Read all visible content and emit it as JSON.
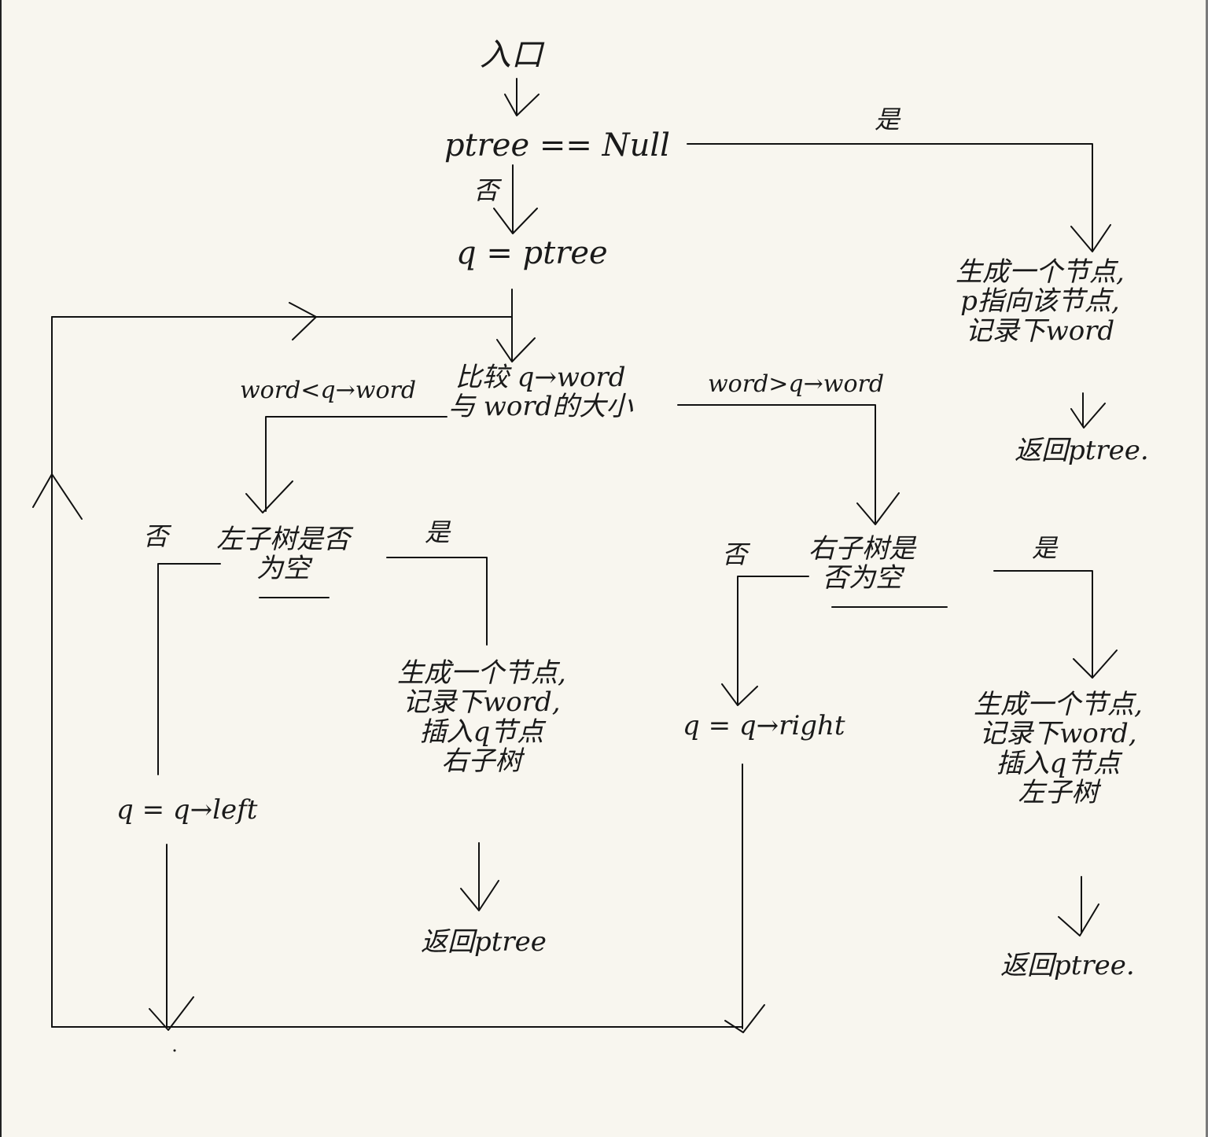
{
  "diagram": {
    "nodes": {
      "entry": "入口",
      "check_null": "ptree == Null",
      "assign_q": "q = ptree",
      "compare": "比较 q→word\n与 word的大小",
      "left_empty": "左子树是否\n为空",
      "right_empty": "右子树是\n否为空",
      "null_create": "生成一个节点,\np指向该节点,\n记录下word",
      "null_return": "返回ptree.",
      "left_create": "生成一个节点,\n记录下word,\n插入q节点\n右子树",
      "left_return": "返回ptree",
      "right_create": "生成一个节点,\n记录下word,\n插入q节点\n左子树",
      "right_return": "返回ptree.",
      "q_left": "q = q→left",
      "q_right": "q = q→right"
    },
    "edges": {
      "null_yes": "是",
      "null_no": "否",
      "lt_label": "word<q→word",
      "gt_label": "word>q→word",
      "left_no": "否",
      "left_yes": "是",
      "right_no": "否",
      "right_yes": "是"
    }
  }
}
